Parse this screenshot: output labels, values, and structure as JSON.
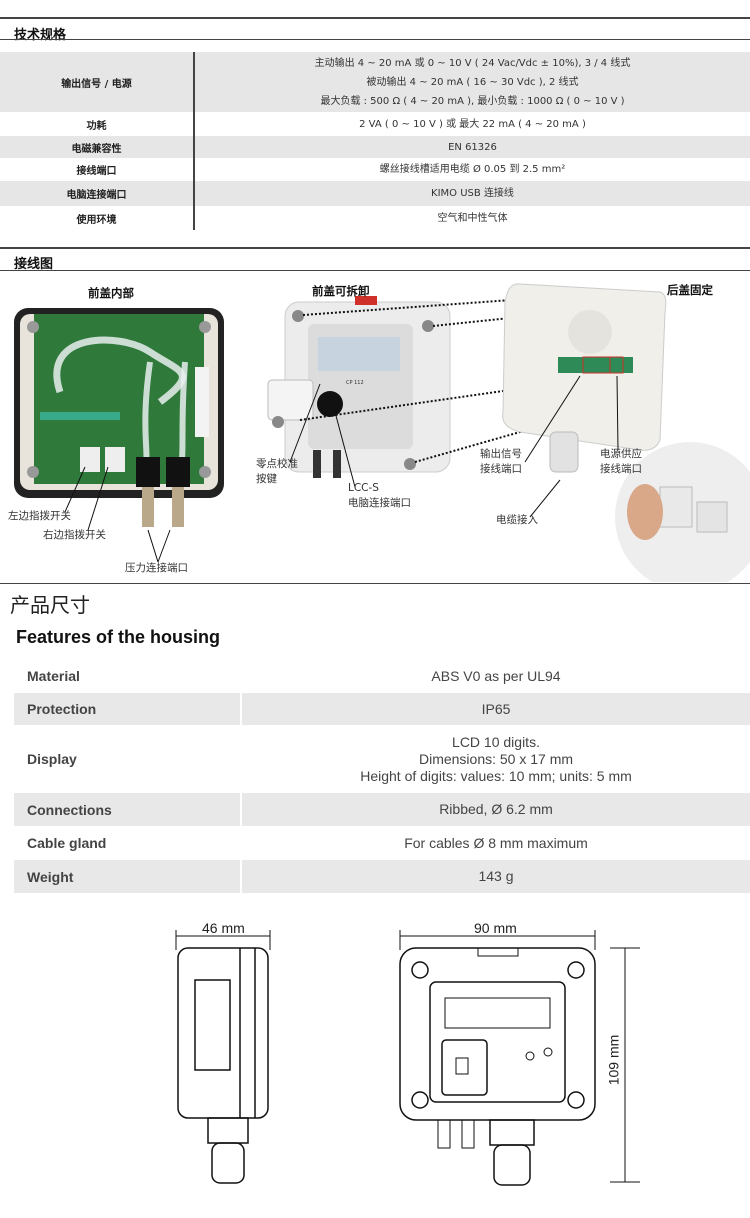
{
  "spec_section": {
    "title": "技术规格",
    "rows": [
      {
        "label": "输出信号 / 电源",
        "lines": [
          "主动输出 4 ~ 20 mA 或 0 ~ 10 V ( 24 Vac/Vdc ± 10%), 3 / 4 线式",
          "被动输出 4 ~ 20 mA ( 16 ~ 30 Vdc ), 2 线式",
          "最大负载 : 500 Ω ( 4 ~ 20 mA ), 最小负载 : 1000 Ω ( 0 ~ 10 V )"
        ]
      },
      {
        "label": "功耗",
        "lines": [
          "2 VA ( 0 ~ 10 V ) 或 最大 22 mA ( 4 ~ 20 mA )"
        ]
      },
      {
        "label": "电磁兼容性",
        "lines": [
          "EN 61326"
        ]
      },
      {
        "label": "接线端口",
        "lines": [
          "螺丝接线槽适用电缆 Ø 0.05 到 2.5 mm²"
        ]
      },
      {
        "label": "电脑连接端口",
        "lines": [
          "KIMO USB 连接线"
        ]
      },
      {
        "label": "使用环境",
        "lines": [
          "空气和中性气体"
        ]
      }
    ]
  },
  "wiring_section": {
    "title": "接线图",
    "captions": {
      "front_inside": "前盖内部",
      "front_removable": "前盖可拆卸",
      "rear_fixed": "后盖固定",
      "left_dip": "左边指拨开关",
      "right_dip": "右边指拨开关",
      "pressure_ports": "压力连接端口",
      "zero_button_1": "零点校准",
      "zero_button_2": "按键",
      "lcc": "LCC-S",
      "pc_port": "电脑连接端口",
      "output_1": "输出信号",
      "output_2": "接线端口",
      "power_1": "电源供应",
      "power_2": "接线端口",
      "cable_in": "电缆接入",
      "device_model": "CP 112"
    }
  },
  "dimensions_section": {
    "title": "产品尺寸",
    "housing_title": "Features of the housing",
    "rows": [
      {
        "label": "Material",
        "lines": [
          "ABS V0 as per UL94"
        ]
      },
      {
        "label": "Protection",
        "lines": [
          "IP65"
        ]
      },
      {
        "label": "Display",
        "lines": [
          "LCD 10 digits.",
          "Dimensions: 50 x 17 mm",
          "Height of digits: values: 10 mm; units: 5 mm"
        ]
      },
      {
        "label": "Connections",
        "lines": [
          "Ribbed, Ø 6.2 mm"
        ]
      },
      {
        "label": "Cable gland",
        "lines": [
          "For cables Ø 8 mm maximum"
        ]
      },
      {
        "label": "Weight",
        "lines": [
          "143 g"
        ]
      }
    ],
    "drawing": {
      "depth": "46 mm",
      "width": "90 mm",
      "height": "109 mm"
    }
  },
  "colors": {
    "row_gray": "#e6e6e6",
    "pcb_green": "#2f7a3a",
    "terminal_green": "#2e8b57",
    "accent_red": "#d0302a"
  }
}
